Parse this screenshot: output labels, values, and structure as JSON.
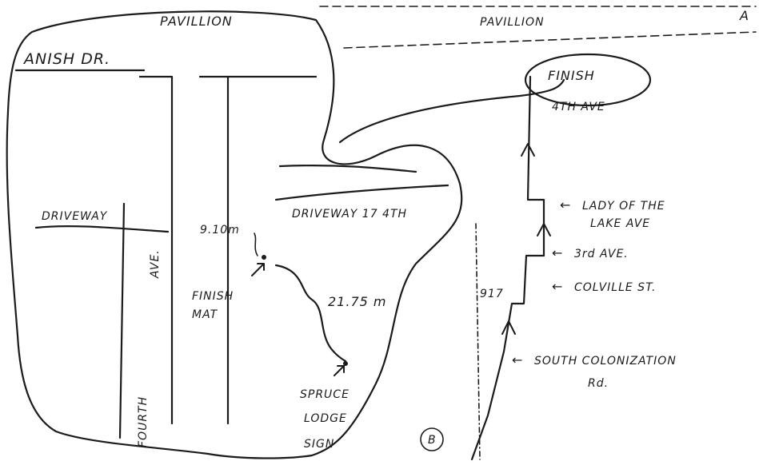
{
  "labels": {
    "pavilion_left": "PAVILLION",
    "pavilion_right": "PAVILLION",
    "corner_mark": "A",
    "anish_dr": "ANISH DR.",
    "driveway_left": "DRIVEWAY",
    "fourth_ave": "FOURTH",
    "fourth_ave_2": "AVE.",
    "dist_910": "9.10m",
    "driveway_17_4th": "DRIVEWAY 17 4TH",
    "finish_mat_1": "FINISH",
    "finish_mat_2": "MAT",
    "dist_2175": "21.75 m",
    "spruce": "SPRUCE",
    "lodge": "LODGE",
    "sign": "SIGN",
    "circled_b": "B",
    "finish": "FINISH",
    "fourth_ave_short": "4TH AVE",
    "lady_of_the": "LADY OF THE",
    "lake_ave": "LAKE AVE",
    "third_ave": "3rd AVE.",
    "colville_st": "COLVILLE ST.",
    "route_917": "917",
    "south_colonization": "SOUTH COLONIZATION",
    "rd": "Rd."
  },
  "arrows": {
    "lady": "←",
    "third": "←",
    "colville": "←",
    "south": "←"
  }
}
